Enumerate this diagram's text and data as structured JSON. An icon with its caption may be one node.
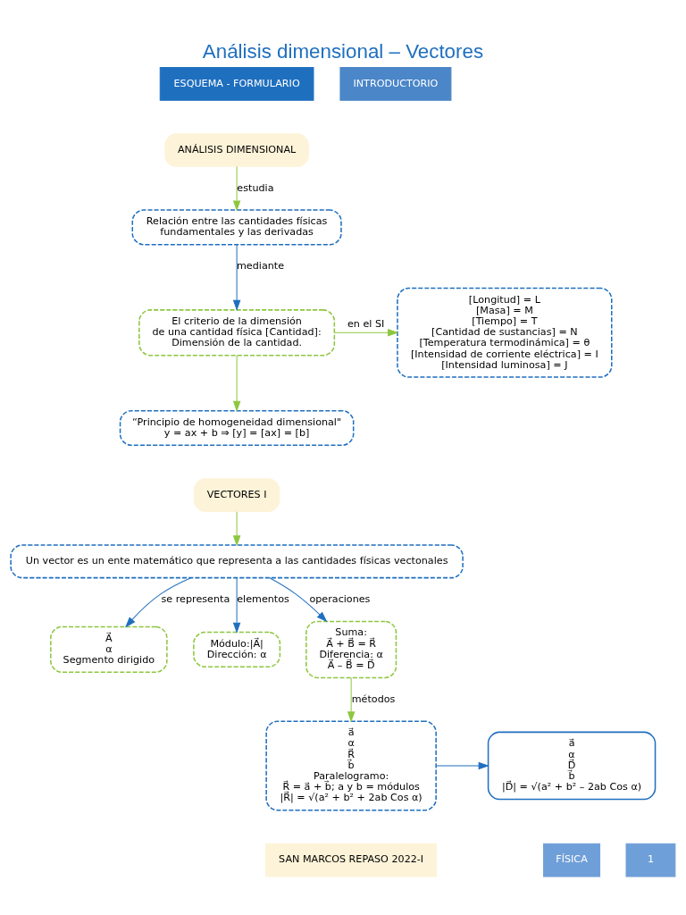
{
  "diagram": {
    "title": "Análisis dimensional – Vectores",
    "nodes": [
      {
        "text": [
          "ANÁLISIS DIMENSIONAL"
        ]
      },
      {
        "text": [
          "Relación entre las cantidades físicas fundamentales y las derivadas"
        ]
      },
      {
        "text": [
          "El criterio de la dimensión de una cantidad física [Cantidad]: Dimensión de la cantidad."
        ]
      },
      {
        "text": [
          "[Longitud] = L",
          "[Masa] = M",
          "[Tiempo] = T",
          "[Cantidad de sustancias] = N",
          "[Temperatura termodinámica] = θ",
          "[Intensidad de corriente eléctrica] = I",
          "[Intensidad luminosa] = J"
        ]
      },
      {
        "text": [
          "“Principio de homogeneidad dimensional\"",
          "y = ax + b ⇒ [y] = [ax] = [b]"
        ]
      },
      {
        "text": [
          "VECTORES I"
        ]
      },
      {
        "text": [
          "Un vector es un ente matemático que representa a las cantidades físicas vectonales"
        ]
      },
      {
        "text": [
          "A⃗",
          "α",
          "Segmento dirigido"
        ]
      },
      {
        "text": [
          "Módulo:|A⃗|",
          "Dirección: α"
        ]
      },
      {
        "text": [
          "Suma:",
          "A⃗ + B⃗ = R⃗",
          "Diferencia: α",
          "A⃗ – B⃗ = D⃗"
        ]
      },
      {
        "text": [
          "a⃗",
          "α",
          "R⃗",
          "b⃗",
          "Paralelogramo:",
          "R⃗ = a⃗ + b⃗; a y b = módulos",
          "|R⃗| = √(a² + b² + 2ab Cos α)"
        ]
      },
      {
        "text": [
          "a⃗",
          "α",
          "D⃗",
          "b⃗",
          "|D⃗| = √(a² + b² – 2ab Cos α)"
        ]
      }
    ],
    "edges": [
      {
        "from": 0,
        "to": 1,
        "arrow": "to",
        "label": "estudia",
        "color": "#8dc63f"
      },
      {
        "from": 1,
        "to": 2,
        "arrow": "to",
        "label": "mediante",
        "color": "#1f6fbf"
      },
      {
        "from": 2,
        "to": 3,
        "arrow": "to",
        "label": "en el SI",
        "color": "#8dc63f"
      },
      {
        "from": 2,
        "to": 4,
        "arrow": "to",
        "color": "#8dc63f"
      },
      {
        "from": 5,
        "to": 6,
        "arrow": "to",
        "color": "#8dc63f"
      },
      {
        "from": 6,
        "to": 7,
        "arrow": "to",
        "label": "se representa",
        "color": "#1f6fbf"
      },
      {
        "from": 6,
        "to": 8,
        "arrow": "to",
        "label": "elementos",
        "color": "#1f6fbf"
      },
      {
        "from": 6,
        "to": 9,
        "arrow": "to",
        "label": "operaciones",
        "color": "#1f6fbf"
      },
      {
        "from": 9,
        "to": 10,
        "arrow": "to",
        "label": "métodos",
        "color": "#8dc63f"
      },
      {
        "from": 10,
        "to": 11,
        "arrow": "to",
        "color": "#1f6fbf"
      }
    ],
    "labels": [
      "INTRODUCTORIO",
      "ESQUEMA - FORMULARIO",
      "FÍSICA",
      "SAN MARCOS REPASO 2022-I",
      "1"
    ]
  }
}
